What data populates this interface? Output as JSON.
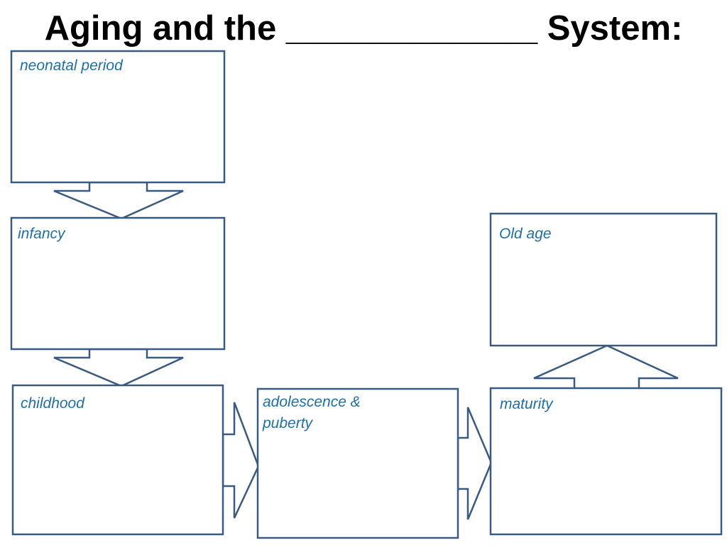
{
  "title": "Aging and the _____________ System:",
  "stage_color": "#1f6fa8",
  "outline_color": "#3a5a80",
  "stages": {
    "neonatal": "neonatal period",
    "infancy": "infancy",
    "childhood": "childhood",
    "adolescence": "adolescence & puberty",
    "maturity": "maturity",
    "old_age": "Old age"
  }
}
